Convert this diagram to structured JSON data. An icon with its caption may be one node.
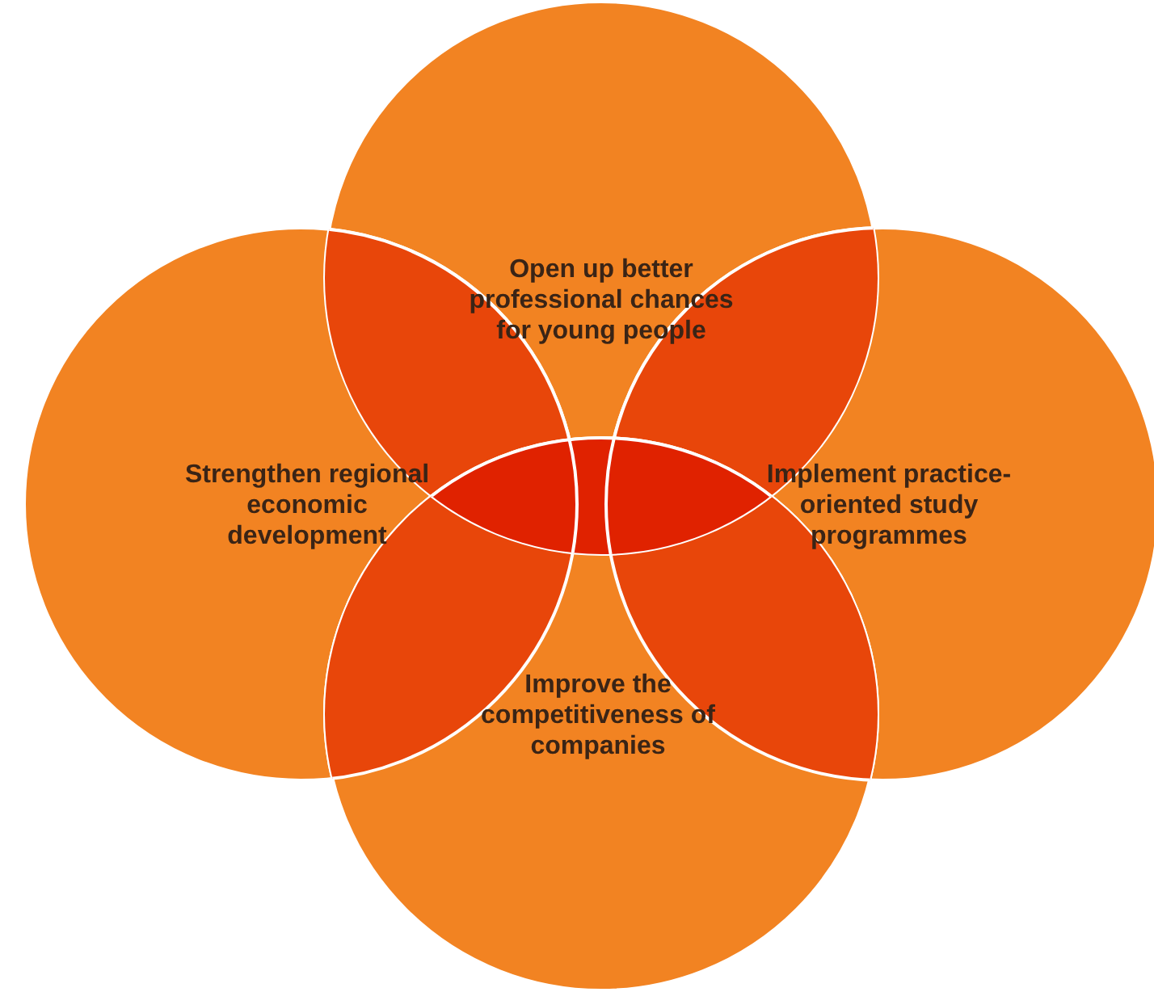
{
  "diagram": {
    "nodes": [
      {
        "text": [
          "Open up better professional chances for young people"
        ]
      },
      {
        "text": [
          "Strengthen regional economic development"
        ]
      },
      {
        "text": [
          "Implement practice-oriented study programmes"
        ]
      },
      {
        "text": [
          "Improve the competitiveness of companies"
        ]
      }
    ]
  }
}
